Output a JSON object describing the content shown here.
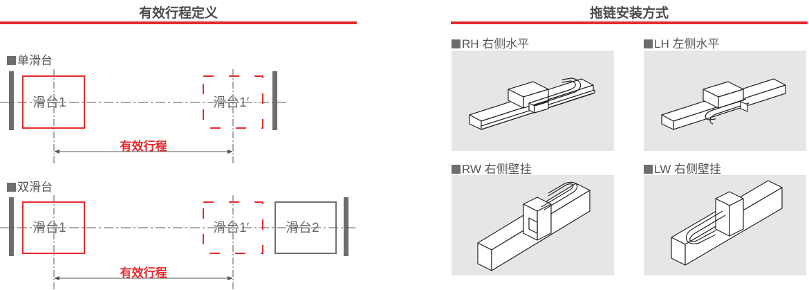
{
  "left": {
    "title": "有效行程定义",
    "single": {
      "label": "单滑台",
      "carriage": "滑台1",
      "carriage_end": "滑台1′",
      "stroke": "有效行程"
    },
    "double": {
      "label": "双滑台",
      "carriage": "滑台1",
      "carriage_end": "滑台1′",
      "carriage2": "滑台2",
      "stroke": "有效行程"
    }
  },
  "right": {
    "title": "拖链安装方式",
    "options": [
      {
        "label": "RH 右侧水平",
        "icon": "drag-chain-right-horizontal-illustration"
      },
      {
        "label": "LH 左侧水平",
        "icon": "drag-chain-left-horizontal-illustration"
      },
      {
        "label": "RW 右侧壁挂",
        "icon": "drag-chain-right-wall-illustration"
      },
      {
        "label": "LW 右侧壁挂",
        "icon": "drag-chain-left-wall-illustration"
      }
    ]
  },
  "colors": {
    "accent": "#e52a2d",
    "stop": "#6d6d6d",
    "panel": "#e6e6e6",
    "text": "#555555"
  }
}
